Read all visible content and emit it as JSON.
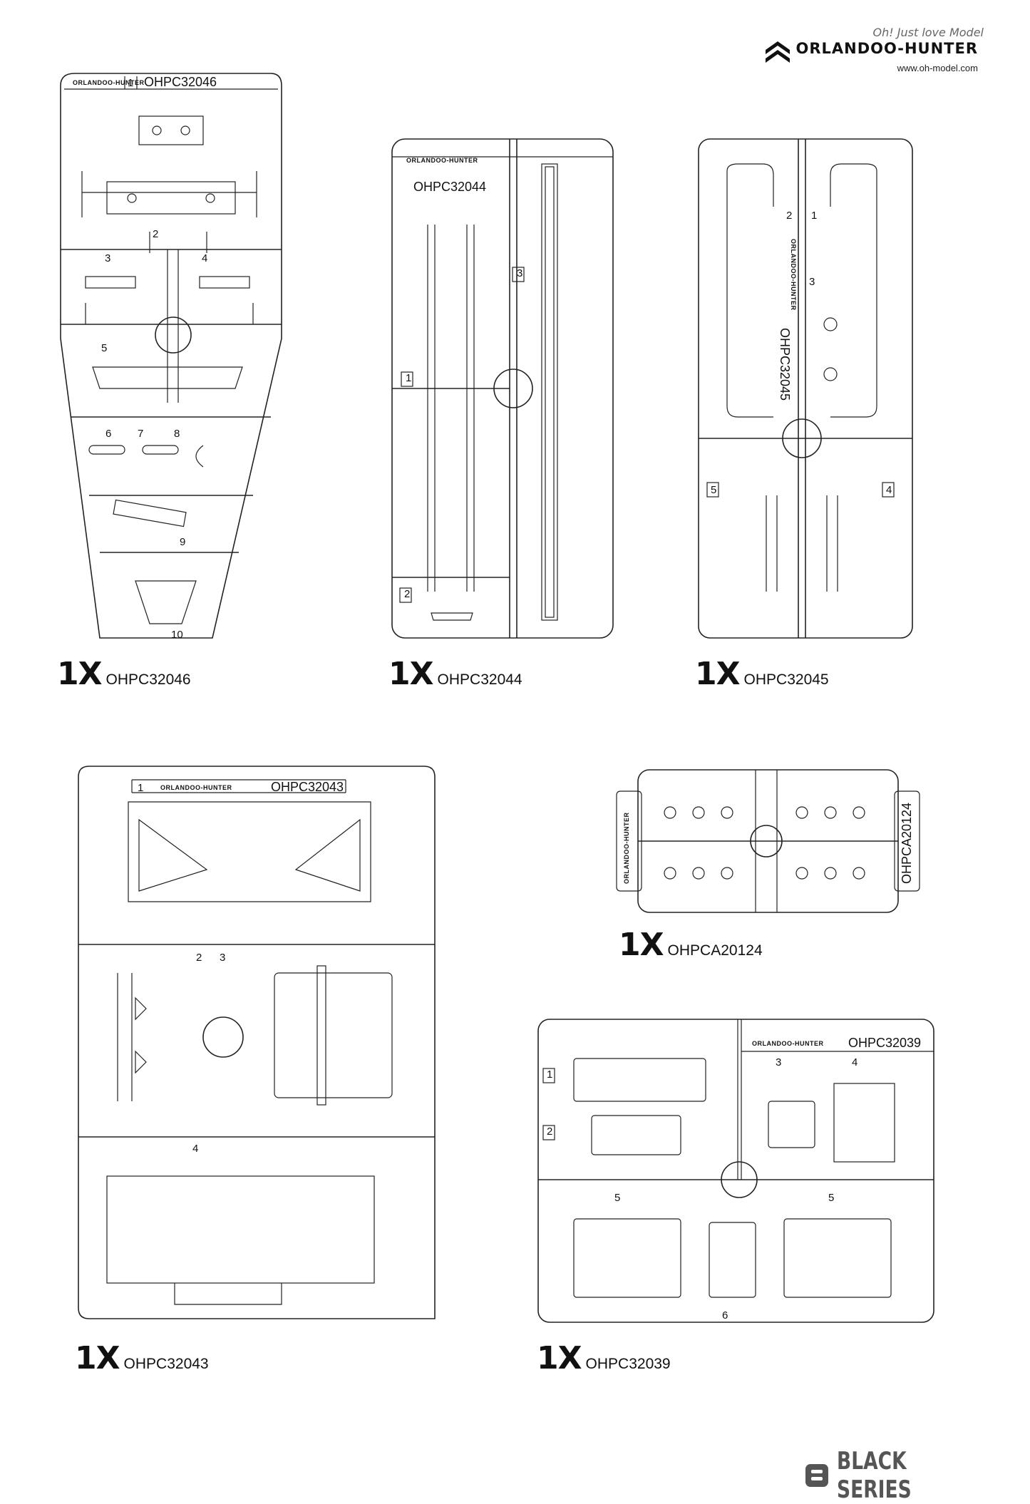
{
  "header": {
    "tagline": "Oh! Just love Model",
    "brand_name": "ORLANDOO-HUNTER",
    "website": "www.oh-model.com"
  },
  "footer": {
    "series": "BLACK SERIES"
  },
  "sprues": [
    {
      "count": "1X",
      "code": "OHPC32046",
      "brand": "ORLANDOO-HUNTER",
      "plate_code": "OHPC32046",
      "parts": [
        "1",
        "2",
        "3",
        "4",
        "5",
        "6",
        "7",
        "8",
        "9",
        "10"
      ]
    },
    {
      "count": "1X",
      "code": "OHPC32044",
      "brand": "ORLANDOO-HUNTER",
      "plate_code": "OHPC32044",
      "parts": [
        "1",
        "2",
        "3"
      ]
    },
    {
      "count": "1X",
      "code": "OHPC32045",
      "brand": "ORLANDOO-HUNTER",
      "plate_code": "OHPC32045",
      "parts": [
        "1",
        "2",
        "3",
        "4",
        "5"
      ]
    },
    {
      "count": "1X",
      "code": "OHPC32043",
      "brand": "ORLANDOO-HUNTER",
      "plate_code": "OHPC32043",
      "parts": [
        "1",
        "2",
        "3",
        "4"
      ]
    },
    {
      "count": "1X",
      "code": "OHPCA20124",
      "brand": "ORLANDOO-HUNTER",
      "plate_code": "OHPCA20124",
      "parts": []
    },
    {
      "count": "1X",
      "code": "OHPC32039",
      "brand": "ORLANDOO-HUNTER",
      "plate_code": "OHPC32039",
      "parts": [
        "1",
        "2",
        "3",
        "4",
        "5",
        "5",
        "6"
      ]
    }
  ]
}
